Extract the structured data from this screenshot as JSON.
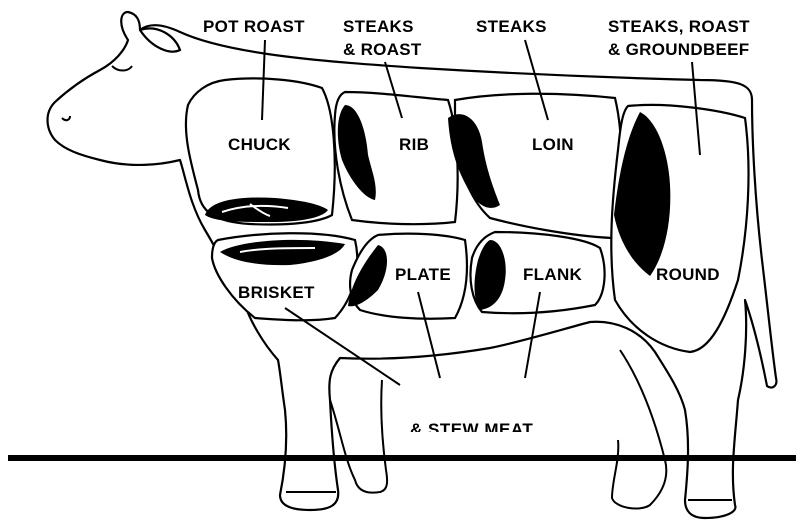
{
  "headings": {
    "pot_roast": "POT ROAST",
    "rib_use_line1": "STEAKS",
    "rib_use_line2": "& ROAST",
    "loin_use": "STEAKS",
    "round_use_line1": "STEAKS, ROAST",
    "round_use_line2": "& GROUNDBEEF"
  },
  "cuts": {
    "chuck": "CHUCK",
    "rib": "RIB",
    "loin": "LOIN",
    "round": "ROUND",
    "brisket": "BRISKET",
    "plate": "PLATE",
    "flank": "FLANK"
  },
  "bottom_label": "& STEW MEAT",
  "colors": {
    "ink": "#000000",
    "background": "#ffffff"
  }
}
